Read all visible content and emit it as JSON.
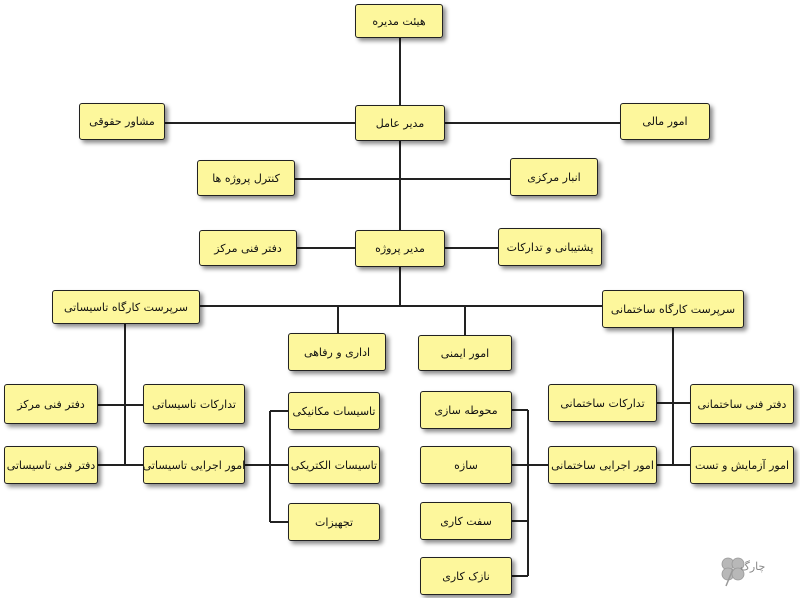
{
  "nodes": {
    "board": "هیئت مدیره",
    "ceo": "مدیر عامل",
    "legal": "مشاور حقوقی",
    "finance": "امور مالی",
    "project_control": "کنترل پروژه ها",
    "central_store": "انبار مرکزی",
    "pm": "مدیر پروژه",
    "tech_office_center": "دفتر فنی مرکز",
    "support": "پشتیبانی و تدارکات",
    "site_install": "سرپرست کارگاه تاسیساتی",
    "site_build": "سرپرست کارگاه ساختمانی",
    "admin": "اداری و رفاهی",
    "safety": "امور ایمنی",
    "inst_tech_office": "دفتر فنی مرکز",
    "inst_procure": "تدارکات تاسیساتی",
    "inst_tech_office2": "دفتر فنی تاسیساتی",
    "inst_exec": "امور اجرایی تاسیساتی",
    "mech": "تاسیسات مکانیکی",
    "elec": "تاسیسات الکتریکی",
    "equip": "تجهیزات",
    "landscape": "محوطه سازی",
    "structure": "سازه",
    "rough": "سفت کاری",
    "finish": "نازک کاری",
    "build_procure": "تدارکات ساختمانی",
    "build_tech_office": "دفتر فنی ساختمانی",
    "build_exec": "امور اجرایی ساختمانی",
    "test": "امور آزمایش و تست"
  },
  "logo_text": "چارگ",
  "colors": {
    "box_fill": "#fdf79c",
    "box_border": "#222222",
    "line": "#222222"
  }
}
